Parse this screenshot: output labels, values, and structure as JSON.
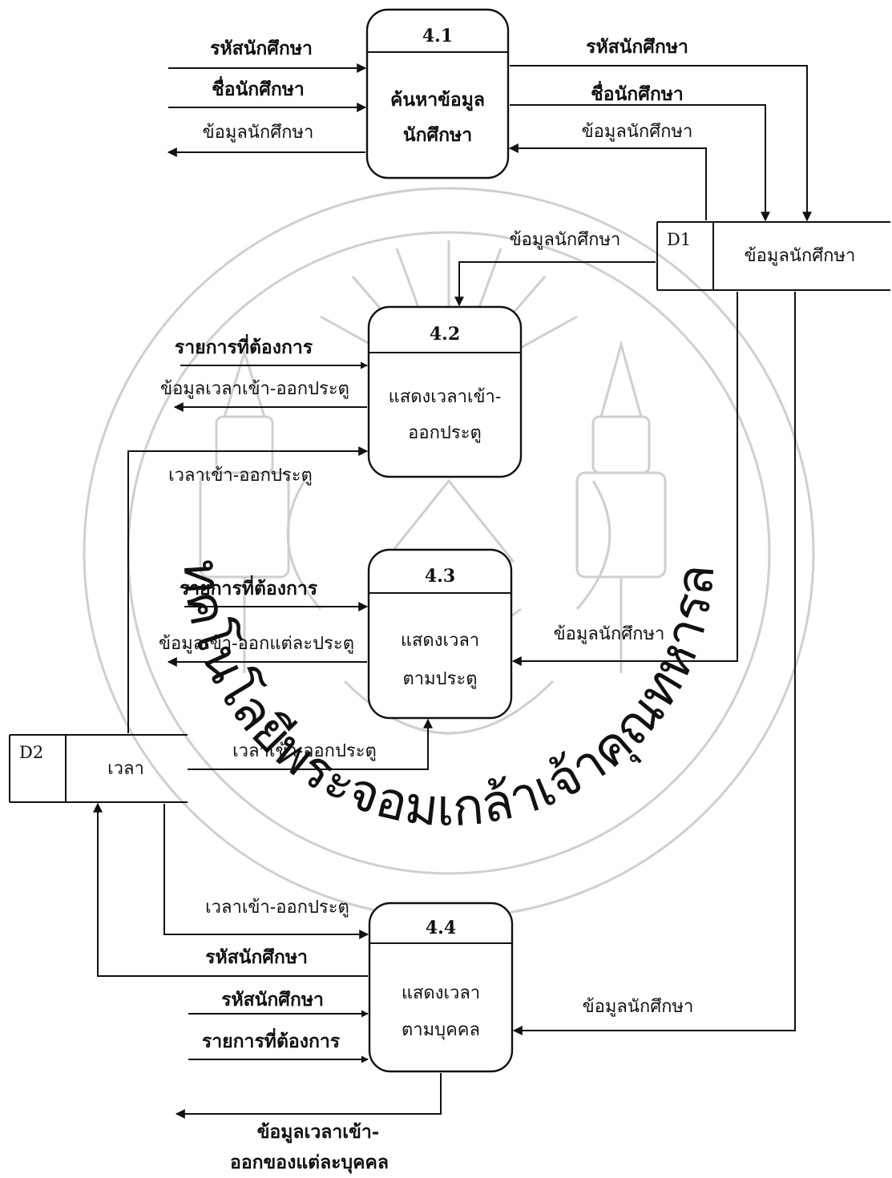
{
  "diagram": {
    "processes": {
      "p41": {
        "id": "4.1",
        "name_line1": "ค้นหาข้อมูล",
        "name_line2": "นักศึกษา"
      },
      "p42": {
        "id": "4.2",
        "name_line1": "แสดงเวลาเข้า-",
        "name_line2": "ออกประตู"
      },
      "p43": {
        "id": "4.3",
        "name_line1": "แสดงเวลา",
        "name_line2": "ตามประตู"
      },
      "p44": {
        "id": "4.4",
        "name_line1": "แสดงเวลา",
        "name_line2": "ตามบุคคล"
      }
    },
    "datastores": {
      "d1": {
        "id": "D1",
        "name": "ข้อมูลนักศึกษา"
      },
      "d2": {
        "id": "D2",
        "name": "เวลา"
      }
    },
    "flows": {
      "in41_student_id": "รหัสนักศึกษา",
      "in41_student_name": "ชื่อนักศึกษา",
      "out41_student_data": "ข้อมูลนักศึกษา",
      "p41_d1_student_id": "รหัสนักศึกษา",
      "p41_d1_student_name": "ชื่อนักศึกษา",
      "d1_p41_student_data": "ข้อมูลนักศึกษา",
      "d1_p42_student_data": "ข้อมูลนักศึกษา",
      "in42_request": "รายการที่ต้องการ",
      "out42_gate_time": "ข้อมูลเวลาเข้า-ออกประตู",
      "d2_p42_gate_time": "เวลาเข้า-ออกประตู",
      "in43_request": "รายการที่ต้องการ",
      "out43_per_gate": "ข้อมูลเข้า-ออกแต่ละประตู",
      "d1_p43_student_data": "ข้อมูลนักศึกษา",
      "d2_p43_gate_time": "เวลาเข้า-ออกประตู",
      "d2_p44_gate_time": "เวลาเข้า-ออกประตู",
      "p44_d2_student_id": "รหัสนักศึกษา",
      "in44_student_id": "รหัสนักศึกษา",
      "in44_request": "รายการที่ต้องการ",
      "d1_p44_student_data": "ข้อมูลนักศึกษา",
      "out44_line1": "ข้อมูลเวลาเข้า-",
      "out44_line2": "ออกของแต่ละบุคคล"
    },
    "watermark": {
      "arc_text": "วิทยาลัยเทคโนโลยีพระจอมเกล้าเจ้าคุณทหารลาดกระบัง"
    }
  }
}
